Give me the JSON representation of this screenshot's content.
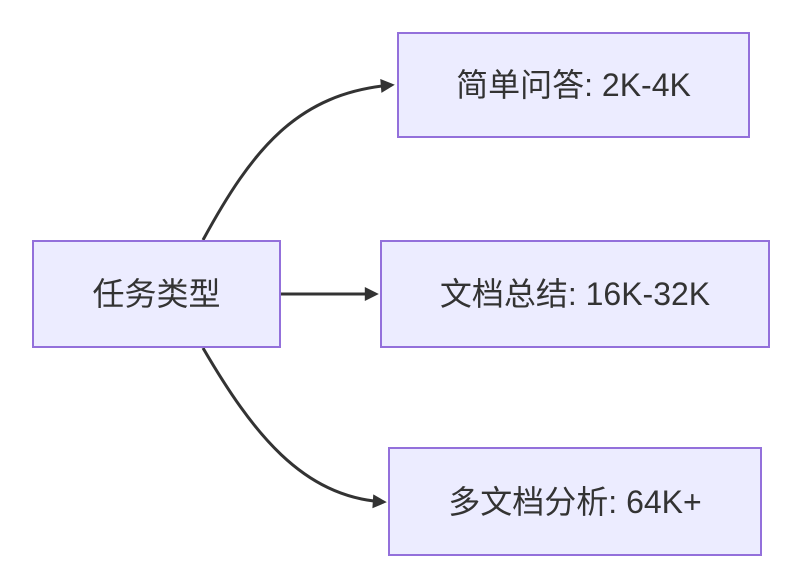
{
  "diagram": {
    "type": "flowchart",
    "direction": "left-to-right",
    "root": {
      "label": "任务类型"
    },
    "branches": [
      {
        "label": "简单问答: 2K-4K"
      },
      {
        "label": "文档总结: 16K-32K"
      },
      {
        "label": "多文档分析: 64K+"
      }
    ],
    "edges": [
      {
        "from": "任务类型",
        "to": "简单问答: 2K-4K"
      },
      {
        "from": "任务类型",
        "to": "文档总结: 16K-32K"
      },
      {
        "from": "任务类型",
        "to": "多文档分析: 64K+"
      }
    ],
    "colors": {
      "node_fill": "#ECECFF",
      "node_border": "#9370DB",
      "edge": "#333333",
      "text": "#333333",
      "background": "#FFFFFF"
    }
  }
}
